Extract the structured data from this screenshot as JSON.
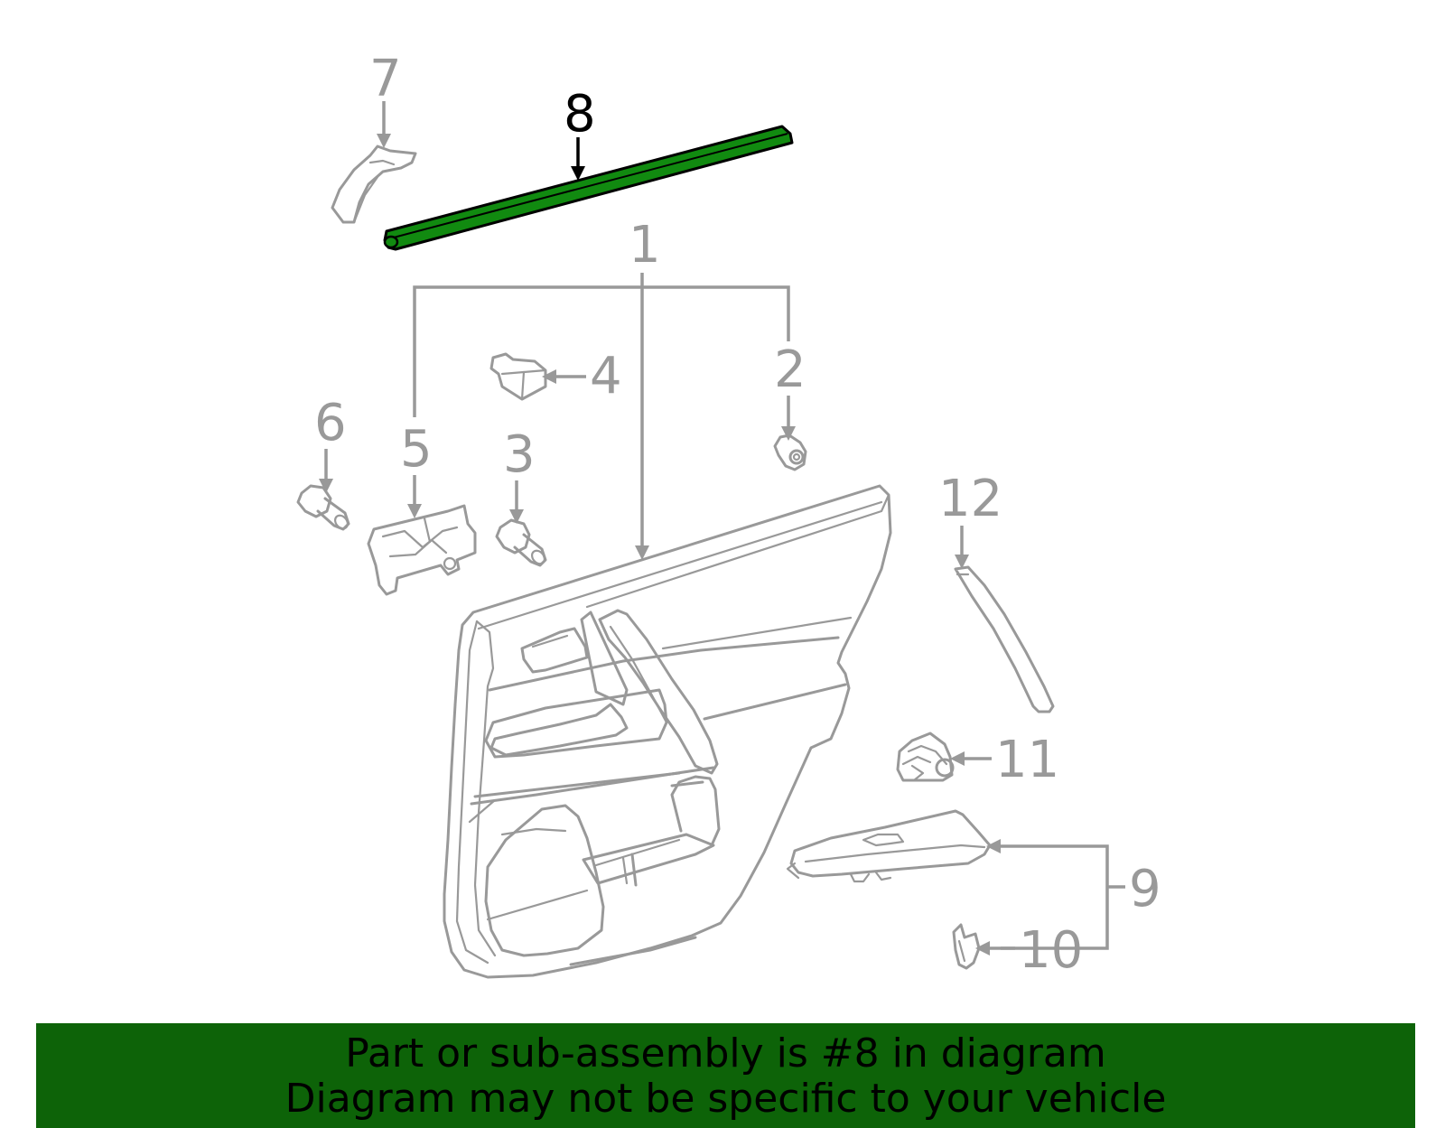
{
  "diagram": {
    "callouts": [
      {
        "id": "1",
        "label": "1"
      },
      {
        "id": "2",
        "label": "2"
      },
      {
        "id": "3",
        "label": "3"
      },
      {
        "id": "4",
        "label": "4"
      },
      {
        "id": "5",
        "label": "5"
      },
      {
        "id": "6",
        "label": "6"
      },
      {
        "id": "7",
        "label": "7"
      },
      {
        "id": "8",
        "label": "8"
      },
      {
        "id": "9",
        "label": "9"
      },
      {
        "id": "10",
        "label": "10"
      },
      {
        "id": "11",
        "label": "11"
      },
      {
        "id": "12",
        "label": "12"
      }
    ],
    "highlighted_part": "8",
    "colors": {
      "highlight_fill": "#118a10",
      "outline": "#999999",
      "banner_bg": "#0d6308"
    }
  },
  "banner": {
    "line1": "Part or sub-assembly is #8 in diagram",
    "line2": "Diagram may not be specific to your vehicle"
  }
}
